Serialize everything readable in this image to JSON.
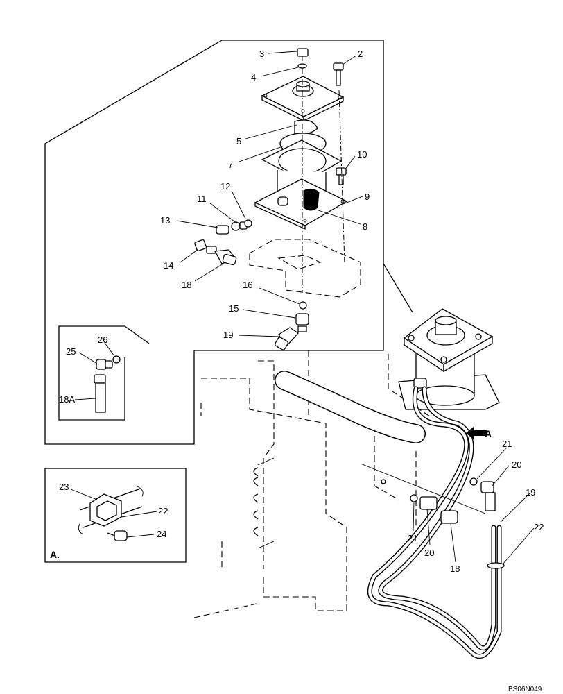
{
  "labels": {
    "p1": "3",
    "p2": "2",
    "p3": "4",
    "p4": "5",
    "p5": "7",
    "p6": "10",
    "p7": "9",
    "p8": "8",
    "p9": "12",
    "p10": "11",
    "p11": "13",
    "p12": "14",
    "p13": "18",
    "p14": "16",
    "p15": "15",
    "p16": "19",
    "d1": "26",
    "d2": "25",
    "d3": "18A",
    "m1": "21",
    "m2": "20",
    "m3": "19",
    "m4": "22",
    "m5": "21",
    "m6": "20",
    "m7": "18",
    "s1": "23",
    "s2": "22",
    "s3": "24"
  },
  "view_arrow_label": "A",
  "detail_label": "A.",
  "drawing_ref": "BS06N049"
}
